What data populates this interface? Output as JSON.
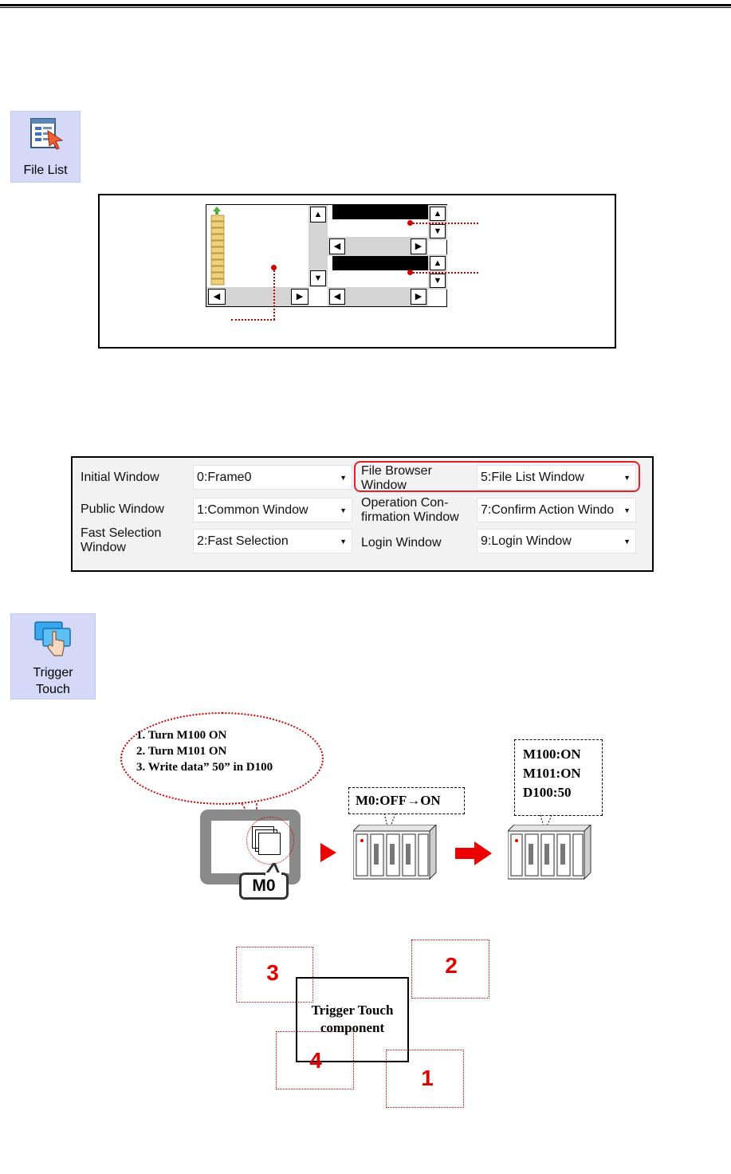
{
  "file_list_tile": {
    "icon": "file-list-icon",
    "label": "File List"
  },
  "trigger_touch_tile": {
    "icon": "trigger-touch-icon",
    "label_line1": "Trigger",
    "label_line2": "Touch"
  },
  "preview_arrows": {
    "up": "▲",
    "down": "▼",
    "left": "◀",
    "right": "▶"
  },
  "window_settings": {
    "rows": [
      {
        "left_label": "Initial Window",
        "left_value": "0:Frame0",
        "right_label": "File Browser Window",
        "right_value": "5:File List Window"
      },
      {
        "left_label": "Public Window",
        "left_value": "1:Common Window",
        "right_label": "Operation Confirmation Window",
        "right_value": "7:Confirm Action Windo"
      },
      {
        "left_label": "Fast Selection Window",
        "left_value": "2:Fast Selection",
        "right_label": "Login Window",
        "right_value": "9:Login Window"
      }
    ],
    "label_lines": {
      "file_browser_1": "File Browser",
      "file_browser_2": "Window",
      "op_conf_1": "Operation Con-",
      "op_conf_2": "firmation Window",
      "fast_sel_1": "Fast Selection",
      "fast_sel_2": "Window"
    }
  },
  "diagram": {
    "speech_lines": [
      "1. Turn  M100 ON",
      "2. Turn  M101 ON",
      "3. Write data”  50”  in D100"
    ],
    "plc_status_1": "M0:OFF→ON",
    "plc_status_2_lines": [
      "M100:ON",
      "M101:ON",
      "D100:50"
    ],
    "device_label": "M0"
  },
  "overlap_diagram": {
    "component_line1": "Trigger Touch",
    "component_line2": "component",
    "numbers": [
      "1",
      "2",
      "3",
      "4"
    ]
  },
  "colors": {
    "accent_red": "#e00000",
    "tile_bg": "#d3d9f7"
  }
}
